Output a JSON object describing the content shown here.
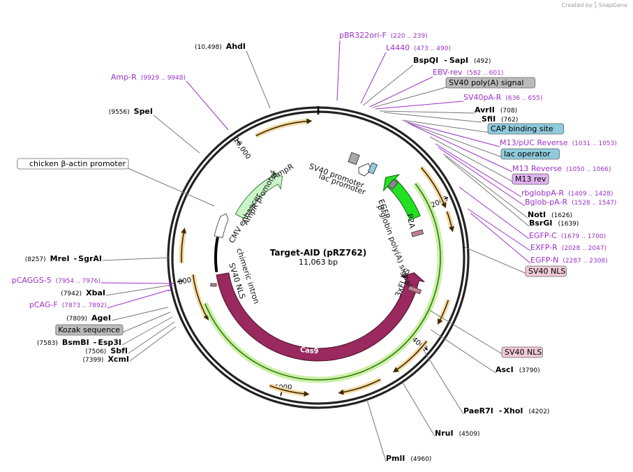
{
  "credit": {
    "prefix": "Created by",
    "brand": "SnapGene"
  },
  "plasmid": {
    "name": "Target-AID (pRZ762)",
    "size": "11,063 bp",
    "length": 11063
  },
  "colors": {
    "primer": "#9b30c8",
    "site": "#000000",
    "backbone": "#222222",
    "cas9": "#99295e",
    "egfp": "#22e022",
    "ampr": "#c9f5c9",
    "orf_arrow": "#d98c1a",
    "orf_glow": "#f6d9a4",
    "halo": "#c6ee9c",
    "feature_gray": "#bbbbbb",
    "feature_blue": "#8ecadb",
    "feature_purple": "#e0b3ef",
    "feature_pink": "#f0c9d6"
  },
  "ticks": [
    {
      "pos": 2000,
      "label": "2000"
    },
    {
      "pos": 4000,
      "label": "4000"
    },
    {
      "pos": 6000,
      "label": "6000"
    },
    {
      "pos": 8000,
      "label": "8000"
    },
    {
      "pos": 10000,
      "label": "10,000"
    }
  ],
  "labels": [
    {
      "id": "pbr322ori-f",
      "type": "primer",
      "name": "pBR322ori-F",
      "coords": "(220 .. 239)"
    },
    {
      "id": "l4440",
      "type": "primer",
      "name": "L4440",
      "coords": "(473 .. 490)"
    },
    {
      "id": "bspqi-sapi",
      "type": "site",
      "name": "BspQI",
      "name2": "SapI",
      "coords": "(492)"
    },
    {
      "id": "ebv-rev",
      "type": "primer",
      "name": "EBV-rev",
      "coords": "(582 .. 601)"
    },
    {
      "id": "sv40-polya-signal",
      "type": "feature",
      "box": "gray",
      "name": "SV40 poly(A) signal"
    },
    {
      "id": "sv40pa-r",
      "type": "primer",
      "name": "SV40pA-R",
      "coords": "(636 .. 655)"
    },
    {
      "id": "avrii",
      "type": "site",
      "name": "AvrII",
      "coords": "(708)"
    },
    {
      "id": "sfii",
      "type": "site",
      "name": "SfiI",
      "coords": "(762)"
    },
    {
      "id": "cap-binding-site",
      "type": "feature",
      "box": "blue",
      "name": "CAP binding site"
    },
    {
      "id": "m13-puc-reverse",
      "type": "primer",
      "name": "M13/pUC Reverse",
      "coords": "(1031 .. 1053)"
    },
    {
      "id": "lac-operator",
      "type": "feature",
      "box": "blue",
      "name": "lac operator"
    },
    {
      "id": "m13-reverse",
      "type": "primer",
      "name": "M13 Reverse",
      "coords": "(1050 .. 1066)"
    },
    {
      "id": "m13-rev",
      "type": "feature",
      "box": "purple",
      "name": "M13 rev"
    },
    {
      "id": "rbglobpa-r",
      "type": "primer",
      "name": "rbglobpA-R",
      "coords": "(1409 .. 1428)"
    },
    {
      "id": "bglob-pa-r",
      "type": "primer",
      "name": "Bglob-pA-R",
      "coords": "(1528 .. 1547)"
    },
    {
      "id": "noti",
      "type": "site",
      "name": "NotI",
      "coords": "(1626)"
    },
    {
      "id": "bsrgi",
      "type": "site",
      "name": "BsrGI",
      "coords": "(1639)"
    },
    {
      "id": "egfp-c",
      "type": "primer",
      "name": "EGFP-C",
      "coords": "(1679 .. 1700)"
    },
    {
      "id": "exfp-r",
      "type": "primer",
      "name": "EXFP-R",
      "coords": "(2028 .. 2047)"
    },
    {
      "id": "egfp-n",
      "type": "primer",
      "name": "EGFP-N",
      "coords": "(2287 .. 2308)"
    },
    {
      "id": "sv40-nls-1",
      "type": "feature",
      "box": "pink",
      "name": "SV40 NLS"
    },
    {
      "id": "sv40-nls-2",
      "type": "feature",
      "box": "pink",
      "name": "SV40 NLS"
    },
    {
      "id": "asci",
      "type": "site",
      "name": "AscI",
      "coords": "(3790)"
    },
    {
      "id": "paer7i-xhoi",
      "type": "site",
      "name": "PaeR7I",
      "name2": "XhoI",
      "coords": "(4202)"
    },
    {
      "id": "nrui",
      "type": "site",
      "name": "NruI",
      "coords": "(4509)"
    },
    {
      "id": "pmli",
      "type": "site",
      "name": "PmlI",
      "coords": "(4960)"
    },
    {
      "id": "xcmi",
      "type": "site",
      "name": "XcmI",
      "coords": "(7399)"
    },
    {
      "id": "sbfi",
      "type": "site",
      "name": "SbfI",
      "coords": "(7506)"
    },
    {
      "id": "bsmbi-esp3i",
      "type": "site",
      "name": "BsmBI",
      "name2": "Esp3I",
      "coords": "(7583)"
    },
    {
      "id": "kozak-sequence",
      "type": "feature",
      "box": "gray",
      "name": "Kozak sequence"
    },
    {
      "id": "agei",
      "type": "site",
      "name": "AgeI",
      "coords": "(7809)"
    },
    {
      "id": "pcag-f",
      "type": "primer",
      "name": "pCAG-F",
      "coords": "(7873 .. 7892)"
    },
    {
      "id": "xbai",
      "type": "site",
      "name": "XbaI",
      "coords": "(7942)"
    },
    {
      "id": "pcaggs-5",
      "type": "primer",
      "name": "pCAGGS-5",
      "coords": "(7954 .. 7976)"
    },
    {
      "id": "mrei-sgrai",
      "type": "site",
      "name": "MreI",
      "name2": "SgrAI",
      "coords": "(8257)"
    },
    {
      "id": "chicken-actin-promoter",
      "type": "feature",
      "box": "white",
      "name": "chicken β-actin promoter"
    },
    {
      "id": "spei",
      "type": "site",
      "name": "SpeI",
      "coords": "(9556)"
    },
    {
      "id": "amp-r",
      "type": "primer",
      "name": "Amp-R",
      "coords": "(9929 .. 9948)"
    },
    {
      "id": "ahdi",
      "type": "site",
      "name": "AhdI",
      "coords": "(10,498)"
    }
  ],
  "inner_labels": {
    "sv40_promoter": "SV40 promoter",
    "lac_promoter": "lac promoter",
    "egfp": "EGFP",
    "p2a": "P2A",
    "bglobin_polya": "β-globin poly(A) signal",
    "flag": "3xFLAG",
    "cas9": "Cas9",
    "chimeric_intron": "chimeric intron",
    "sv40_nls": "SV40 NLS",
    "cmv_enhancer": "CMV enhancer",
    "ampr_promoter": "AmpR promoter",
    "ampr": "AmpR"
  }
}
